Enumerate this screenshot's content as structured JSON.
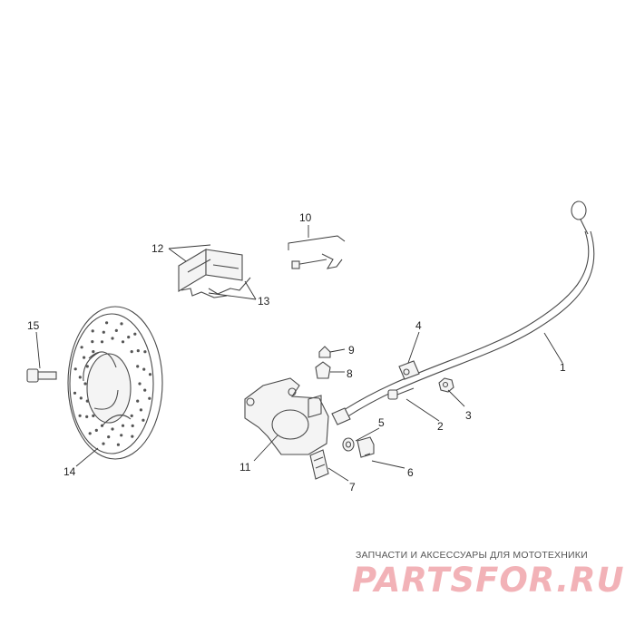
{
  "diagram": {
    "callouts": [
      {
        "id": "1",
        "label": "1",
        "part": "brake-hose"
      },
      {
        "id": "2",
        "label": "2",
        "part": "screw"
      },
      {
        "id": "3",
        "label": "3",
        "part": "nut"
      },
      {
        "id": "4",
        "label": "4",
        "part": "hose-clamp"
      },
      {
        "id": "5",
        "label": "5",
        "part": "washer"
      },
      {
        "id": "6",
        "label": "6",
        "part": "banjo-bolt"
      },
      {
        "id": "7",
        "label": "7",
        "part": "pad-spring"
      },
      {
        "id": "8",
        "label": "8",
        "part": "bleed-valve"
      },
      {
        "id": "9",
        "label": "9",
        "part": "bleed-cap"
      },
      {
        "id": "10",
        "label": "10",
        "part": "pin-kit"
      },
      {
        "id": "11",
        "label": "11",
        "part": "brake-caliper"
      },
      {
        "id": "12",
        "label": "12",
        "part": "brake-pads"
      },
      {
        "id": "13",
        "label": "13",
        "part": "pad-backplates"
      },
      {
        "id": "14",
        "label": "14",
        "part": "brake-disc"
      },
      {
        "id": "15",
        "label": "15",
        "part": "disc-bolt"
      }
    ]
  },
  "watermark": {
    "tagline": "ЗАПЧАСТИ И АКСЕССУАРЫ ДЛЯ МОТОТЕХНИКИ",
    "logo": "PARTSFOR.RU",
    "logo_color": "#f2b2b7"
  }
}
